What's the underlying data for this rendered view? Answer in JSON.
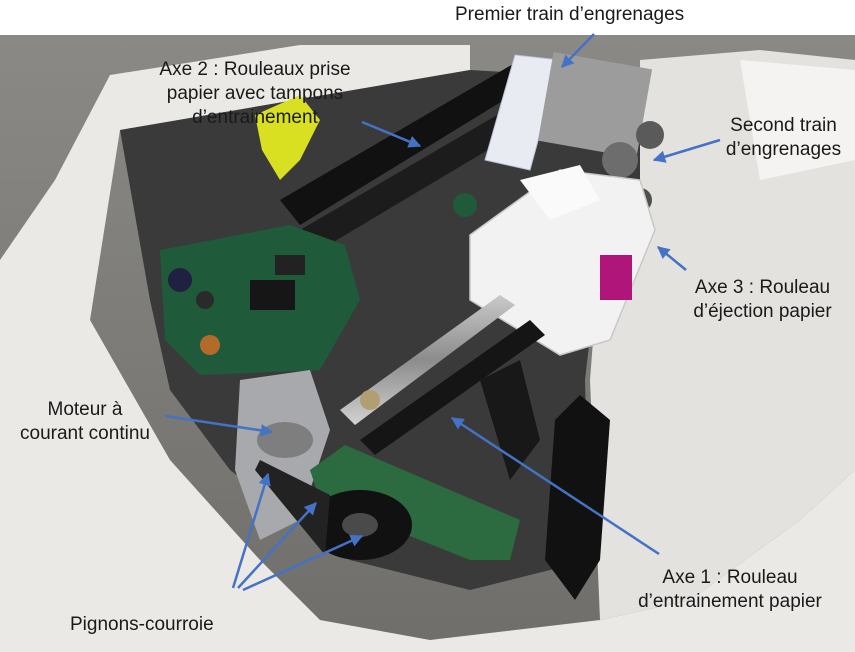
{
  "labels": {
    "premier_train": "Premier train d’engrenages",
    "axe2": [
      "Axe 2 : Rouleaux prise",
      "papier avec tampons",
      "d’entrainement"
    ],
    "second_train": [
      "Second train",
      "d’engrenages"
    ],
    "axe3": [
      "Axe 3 : Rouleau",
      "d’éjection papier"
    ],
    "moteur": [
      "Moteur à",
      "courant continu"
    ],
    "axe1": [
      "Axe 1 : Rouleau",
      "d’entrainement papier"
    ],
    "pignons": "Pignons-courroie"
  },
  "colors": {
    "arrow": "#4472c4",
    "text": "#1a1a1a",
    "housing": "#ebe9e6",
    "board": "#1f5a3a",
    "accent_yellow": "#d9e021",
    "accent_magenta": "#b0157a"
  }
}
